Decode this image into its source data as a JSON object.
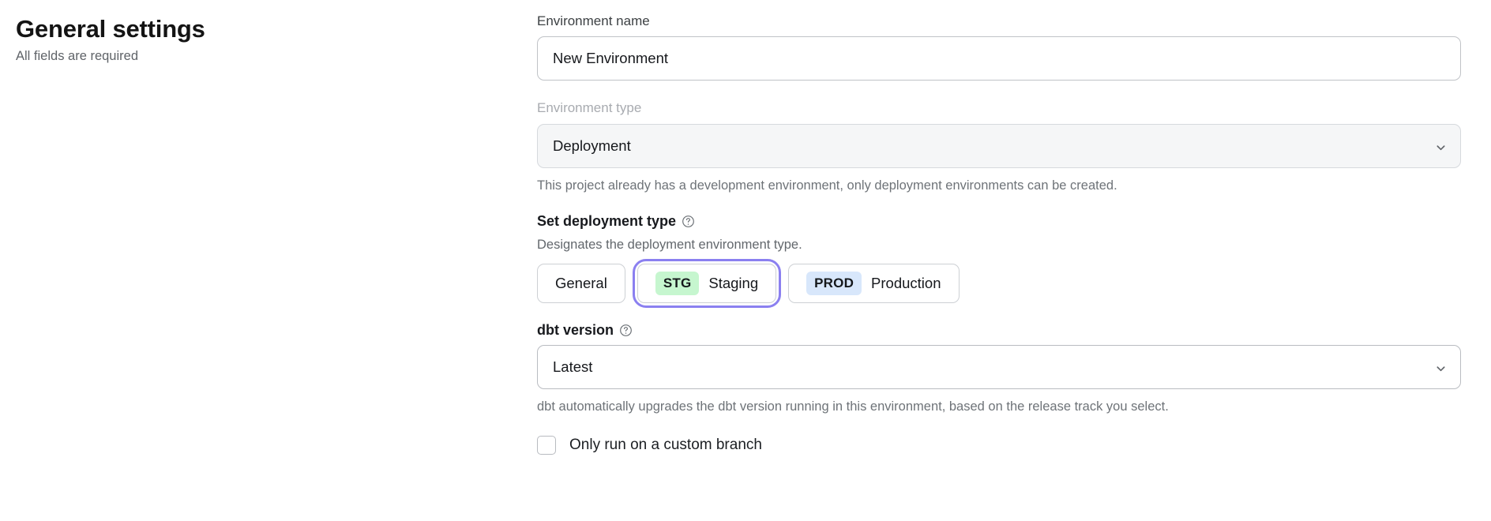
{
  "header": {
    "title": "General settings",
    "subtitle": "All fields are required"
  },
  "form": {
    "environment_name": {
      "label": "Environment name",
      "value": "New Environment",
      "placeholder": "Environment name"
    },
    "environment_type": {
      "label": "Environment type",
      "value": "Deployment",
      "chevron_icon": "chevron-down-icon",
      "help_text": "This project already has a development environment, only deployment environments can be created.",
      "disabled": true
    },
    "deployment_type": {
      "heading": "Set deployment type",
      "help_icon": "question-circle-icon",
      "description": "Designates the deployment environment type.",
      "options": [
        {
          "id": "general",
          "badge": "",
          "label": "General",
          "badge_color": "",
          "selected": false
        },
        {
          "id": "staging",
          "badge": "STG",
          "label": "Staging",
          "badge_color": "#c6f6cf",
          "selected": true
        },
        {
          "id": "production",
          "badge": "PROD",
          "label": "Production",
          "badge_color": "#d8e7fb",
          "selected": false
        }
      ],
      "focus_ring_color": "#8b80f0"
    },
    "dbt_version": {
      "label": "dbt version",
      "help_icon": "question-circle-icon",
      "value": "Latest",
      "chevron_icon": "chevron-down-icon",
      "help_text": "dbt automatically upgrades the dbt version running in this environment, based on the release track you select."
    },
    "custom_branch": {
      "label": "Only run on a custom branch",
      "checked": false
    }
  }
}
